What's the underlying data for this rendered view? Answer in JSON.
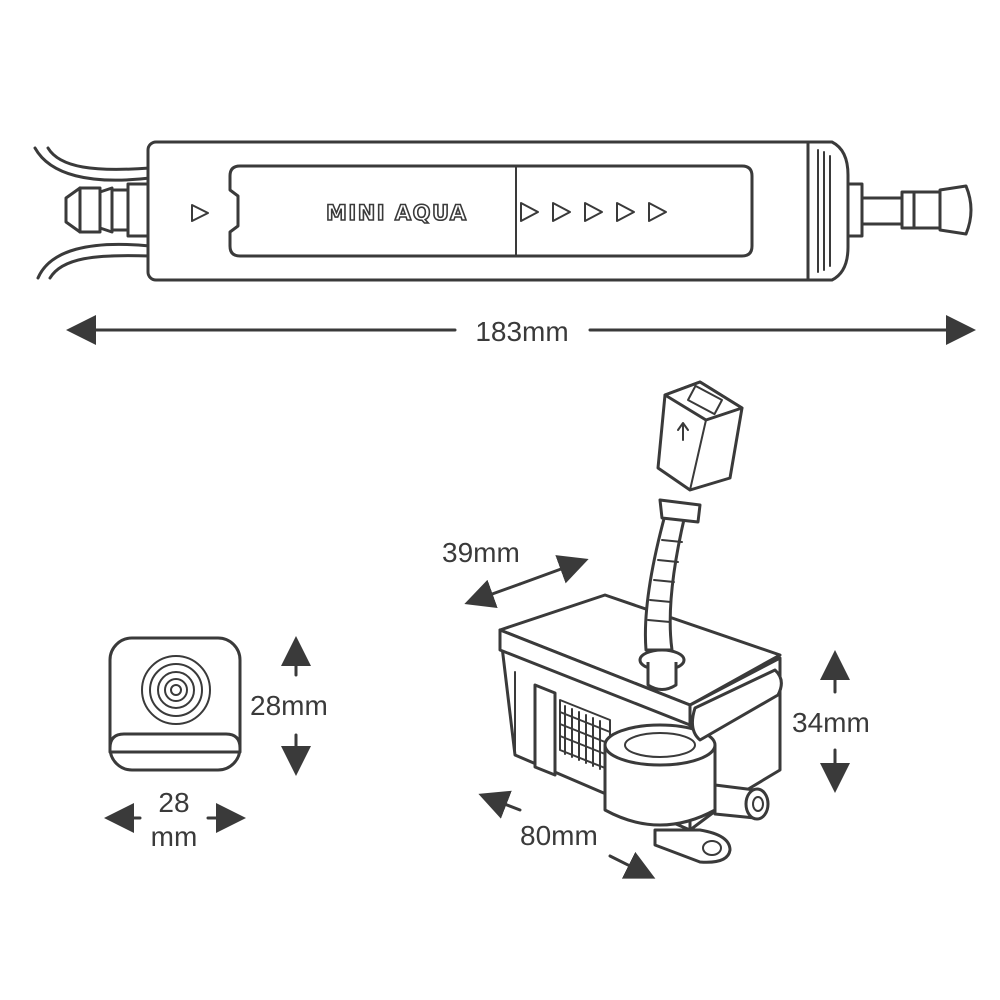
{
  "brand_label": "MINI AQUA",
  "dimensions": {
    "length": "183mm",
    "height_small": "28mm",
    "width_small_value": "28",
    "width_small_unit": "mm",
    "depth": "39mm",
    "height_pump": "34mm",
    "length_pump": "80mm"
  },
  "colors": {
    "line": "#3a3a3a",
    "background": "#ffffff"
  }
}
